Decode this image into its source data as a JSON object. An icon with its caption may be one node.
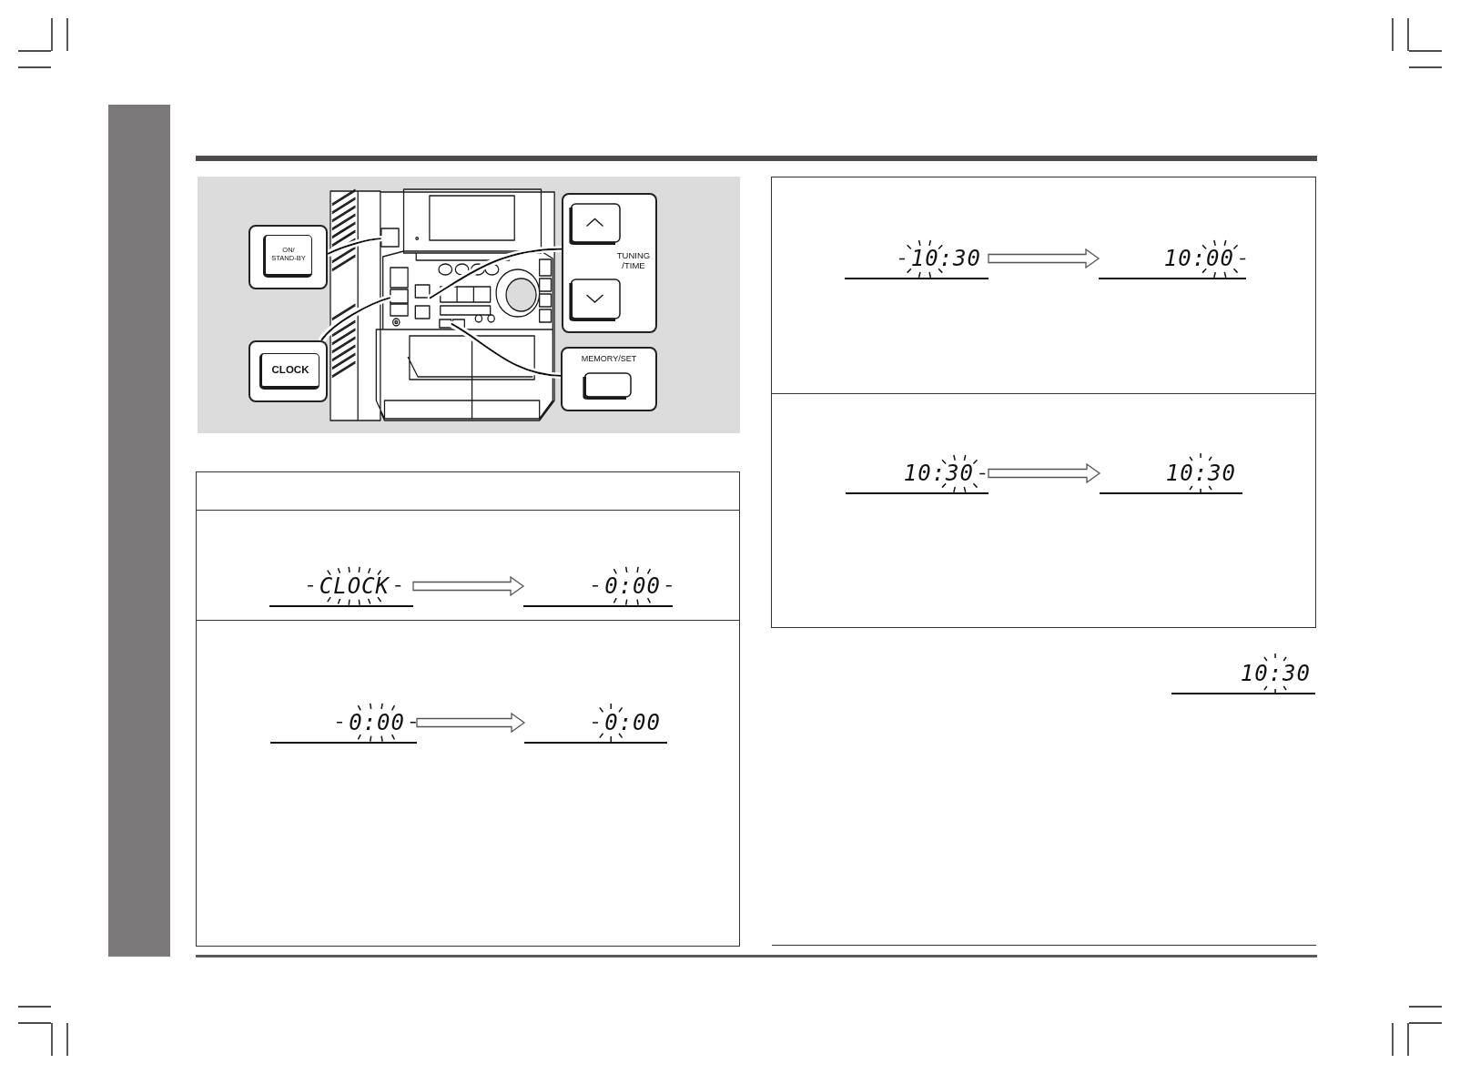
{
  "diagram": {
    "nodes": [
      {
        "text": [
          "ON/ STAND-BY"
        ]
      },
      {
        "text": [],
        "shape": "box"
      },
      {
        "text": [
          "CLOCK"
        ]
      },
      {
        "text": [],
        "shape": "box"
      },
      {
        "text": [
          "TUNING /TIME"
        ]
      },
      {
        "text": [],
        "shape": "box"
      },
      {
        "text": [
          "MEMORY/SET"
        ]
      },
      {
        "text": [],
        "shape": "box"
      },
      {
        "text": [
          "CLOCK"
        ]
      },
      {
        "text": [
          "0:00"
        ]
      },
      {
        "text": [
          "0:00"
        ]
      },
      {
        "text": [
          "0:00"
        ]
      },
      {
        "text": [
          "10:30"
        ]
      },
      {
        "text": [
          "10:00"
        ]
      },
      {
        "text": [
          "10:30"
        ]
      },
      {
        "text": [
          "10:30"
        ]
      },
      {
        "text": [],
        "shape": "bar"
      }
    ],
    "edges": [
      {
        "from": 0,
        "to": 1,
        "arrow": "none"
      },
      {
        "from": 2,
        "to": 3,
        "arrow": "none"
      },
      {
        "from": 4,
        "to": 5,
        "arrow": "none"
      },
      {
        "from": 6,
        "to": 7,
        "arrow": "none"
      },
      {
        "from": 8,
        "to": 9,
        "arrow": "to"
      },
      {
        "from": 10,
        "to": 11,
        "arrow": "to"
      },
      {
        "from": 12,
        "to": 13,
        "arrow": "to"
      },
      {
        "from": 14,
        "to": 15,
        "arrow": "to"
      }
    ],
    "labels": [
      "10:30"
    ]
  }
}
